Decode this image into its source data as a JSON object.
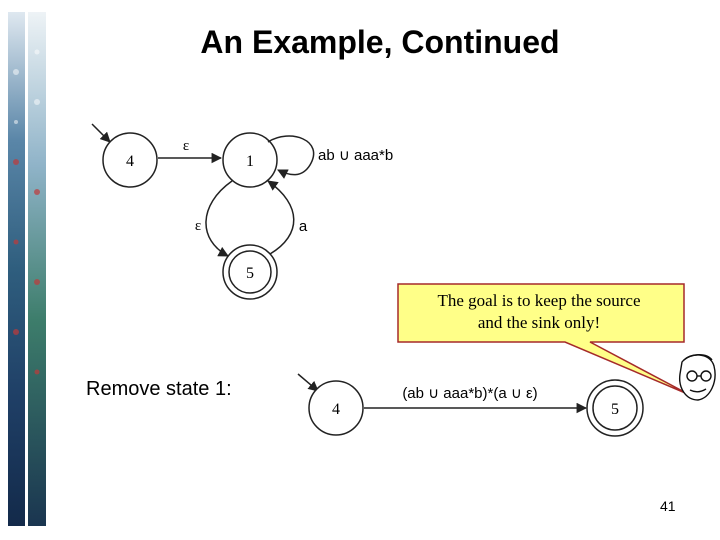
{
  "slide": {
    "title": "An Example, Continued",
    "page_number": "41",
    "remove_label": "Remove state 1:"
  },
  "callout": {
    "line1": "The goal is to keep the source",
    "line2": "and the sink only!",
    "fill": "#ffff88",
    "border": "#a52a2a"
  },
  "diagram_before": {
    "states": [
      {
        "id": "4",
        "label": "4",
        "start": true,
        "accept": false
      },
      {
        "id": "1",
        "label": "1",
        "start": false,
        "accept": false
      },
      {
        "id": "5",
        "label": "5",
        "start": false,
        "accept": true
      }
    ],
    "edges": [
      {
        "from": "4",
        "to": "1",
        "label": "ε"
      },
      {
        "from": "1",
        "to": "1",
        "label": "ab ∪ aaa*b"
      },
      {
        "from": "1",
        "to": "5",
        "label": "ε"
      },
      {
        "from": "5",
        "to": "1",
        "label": "a"
      }
    ]
  },
  "diagram_after": {
    "states": [
      {
        "id": "4",
        "label": "4",
        "start": true,
        "accept": false
      },
      {
        "id": "5",
        "label": "5",
        "start": false,
        "accept": true
      }
    ],
    "edges": [
      {
        "from": "4",
        "to": "5",
        "label": "(ab ∪ aaa*b)*(a ∪ ε)"
      }
    ]
  }
}
